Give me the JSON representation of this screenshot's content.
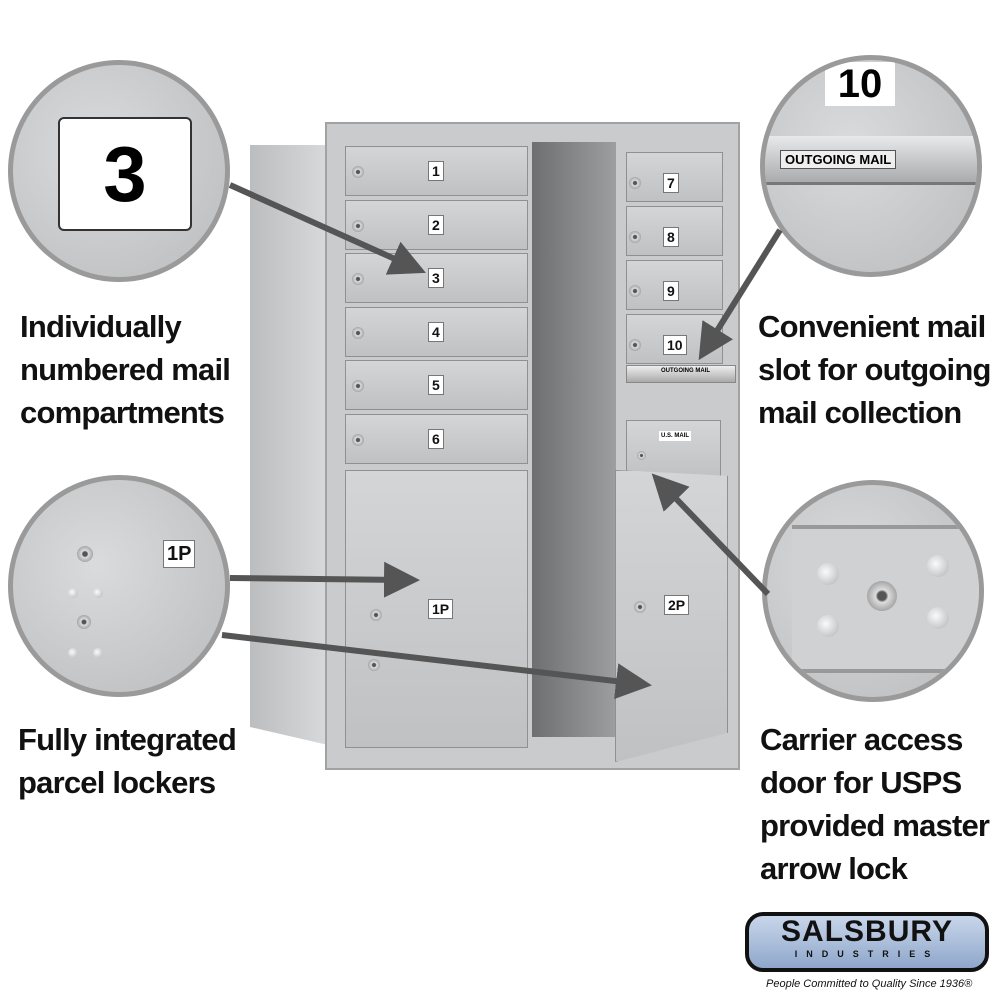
{
  "captions": {
    "top_left": [
      "Individually",
      "numbered mail",
      "compartments"
    ],
    "top_right": [
      "Convenient mail",
      "slot for outgoing",
      "mail collection"
    ],
    "bottom_left": [
      "Fully integrated",
      "parcel lockers"
    ],
    "bottom_right": [
      "Carrier access",
      "door for USPS",
      "provided master",
      "arrow lock"
    ]
  },
  "detail_circles": {
    "compartment_number": "3",
    "slot_number": "10",
    "slot_label": "OUTGOING MAIL",
    "parcel_number": "1P"
  },
  "mailbox": {
    "left_doors": [
      "1",
      "2",
      "3",
      "4",
      "5",
      "6"
    ],
    "right_doors": [
      "7",
      "8",
      "9",
      "10"
    ],
    "parcel_lockers": [
      "1P",
      "2P"
    ],
    "outgoing_label": "OUTGOING MAIL",
    "usps_label": "U.S. MAIL"
  },
  "logo": {
    "brand": "SALSBURY",
    "sub": "INDUSTRIES",
    "tagline": "People Committed to Quality Since 1936®"
  },
  "colors": {
    "arrow": "#555555",
    "metal": "#c8cacc"
  }
}
